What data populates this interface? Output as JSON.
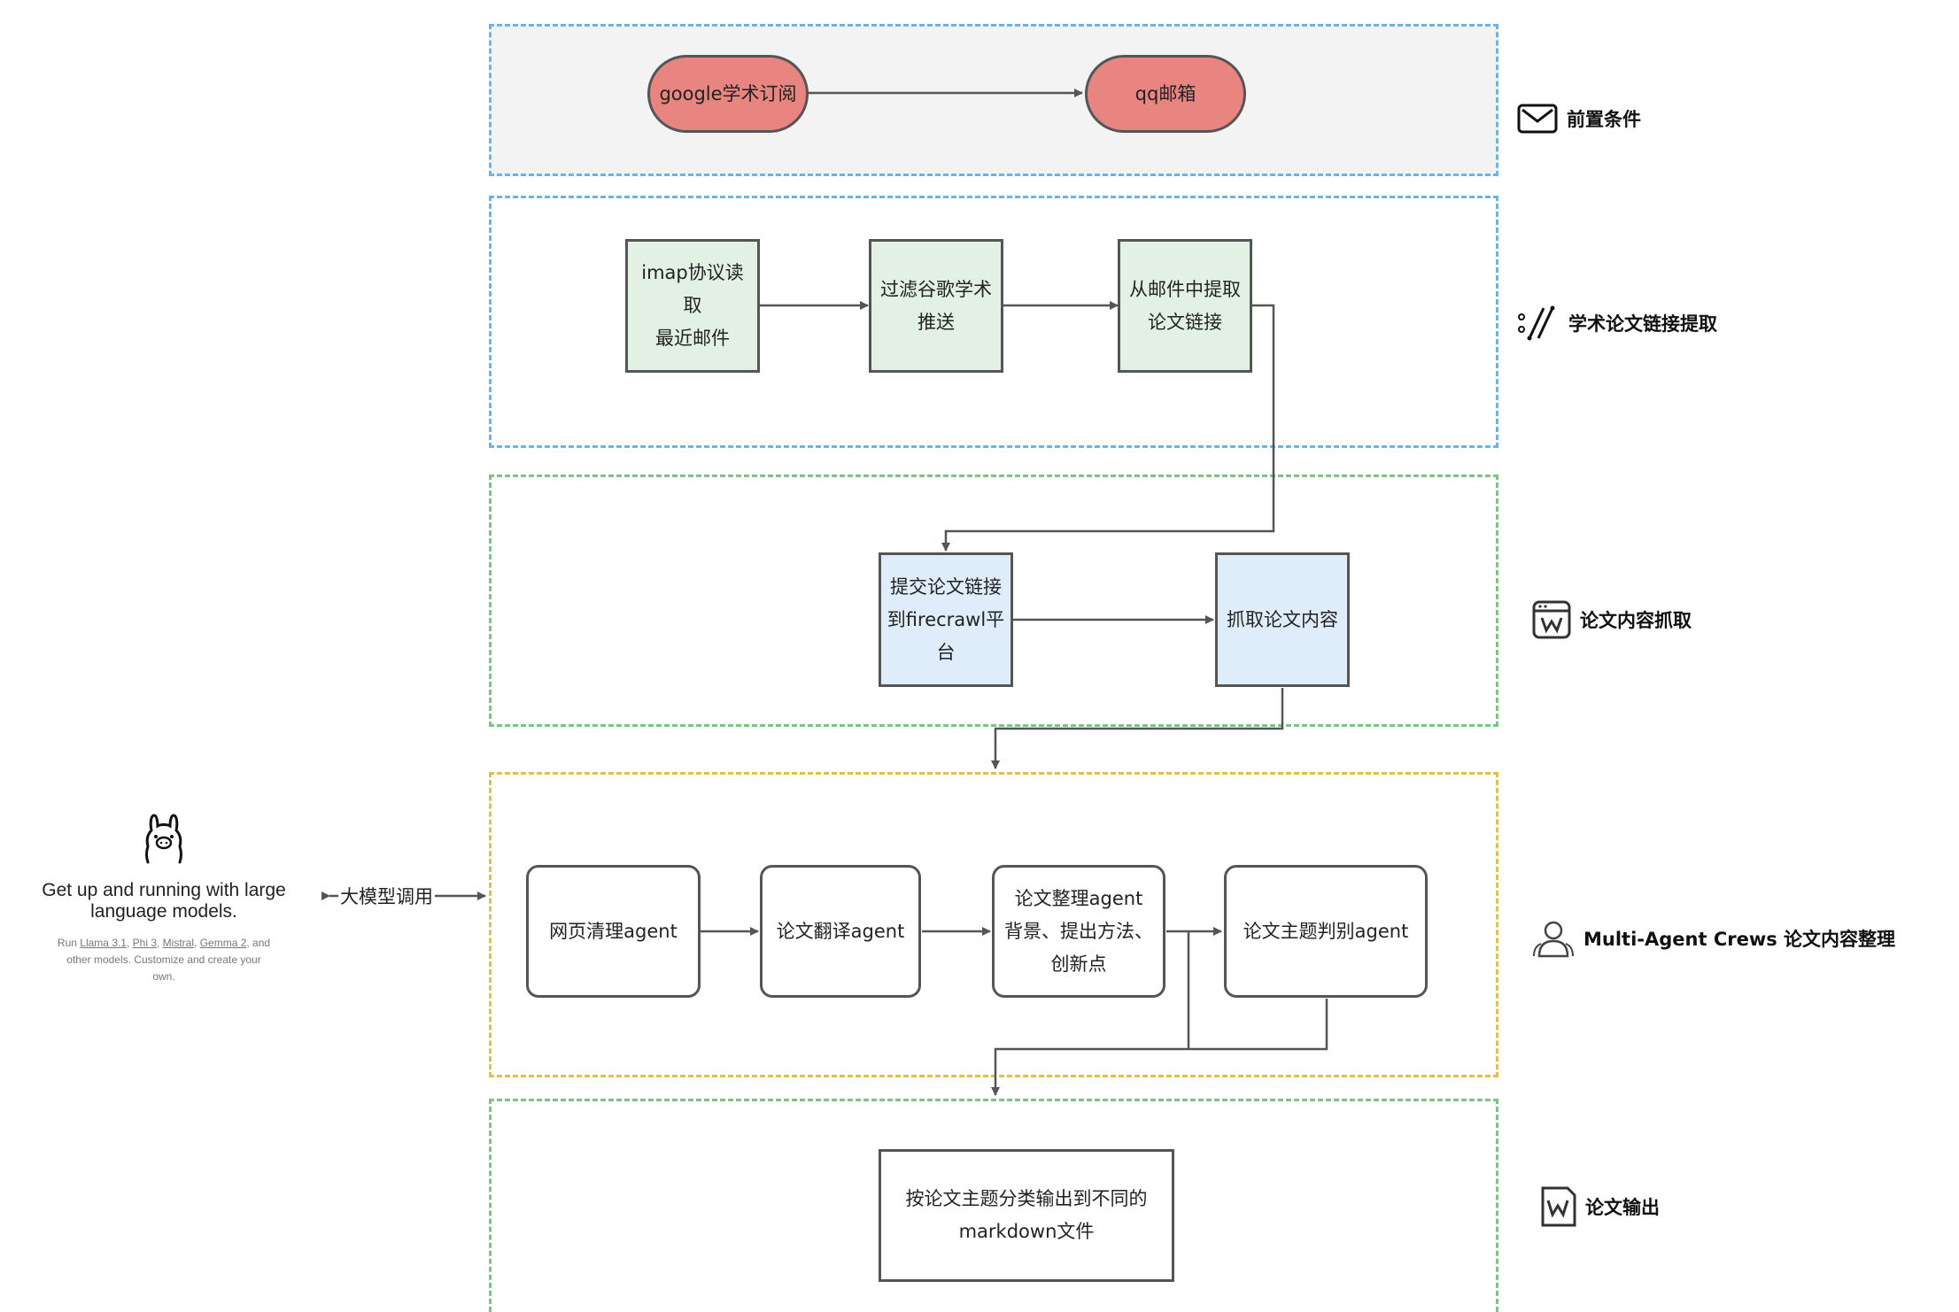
{
  "lanes": {
    "precondition": {
      "label": "前置条件",
      "icon": "mail-icon"
    },
    "link_extract": {
      "label": "学术论文链接提取",
      "icon": "links-icon"
    },
    "content_crawl": {
      "label": "论文内容抓取",
      "icon": "web-window-icon"
    },
    "multi_agent": {
      "label": "Multi-Agent Crews 论文内容整理",
      "icon": "user-group-icon"
    },
    "output": {
      "label": "论文输出",
      "icon": "document-w-icon"
    }
  },
  "nodes": {
    "google_scholar": "google学术订阅",
    "qq_mail": "qq邮箱",
    "imap_l1": "imap协议读取",
    "imap_l2": "最近邮件",
    "filter_l1": "过滤谷歌学术",
    "filter_l2": "推送",
    "extract_l1": "从邮件中提取",
    "extract_l2": "论文链接",
    "submit_l1": "提交论文链接",
    "submit_l2": "到firecrawl平",
    "submit_l3": "台",
    "crawl": "抓取论文内容",
    "clean_agent": "网页清理agent",
    "translate_agent": "论文翻译agent",
    "organize_l1": "论文整理agent",
    "organize_l2": "背景、提出方法、",
    "organize_l3": "创新点",
    "topic_agent": "论文主题判别agent",
    "output_l1": "按论文主题分类输出到不同的",
    "output_l2": "markdown文件"
  },
  "edge_labels": {
    "llm_call": "大模型调用"
  },
  "ollama": {
    "title_l1": "Get up and running with large",
    "title_l2": "language models.",
    "sub_run": "Run",
    "model1": "Llama 3.1",
    "model2": "Phi 3",
    "model3": "Mistral",
    "model4": "Gemma 2",
    "sub_and": "and",
    "sub_l2": "other models. Customize and create your",
    "sub_l3": "own."
  },
  "colors": {
    "pill_fill": "#e88580",
    "green_fill": "#e2f1e3",
    "blue_fill": "#deedf9",
    "lane_blue": "#6fb3e0",
    "lane_green": "#7cc47f",
    "lane_yellow": "#e0bf4f",
    "arrow": "#555555"
  }
}
